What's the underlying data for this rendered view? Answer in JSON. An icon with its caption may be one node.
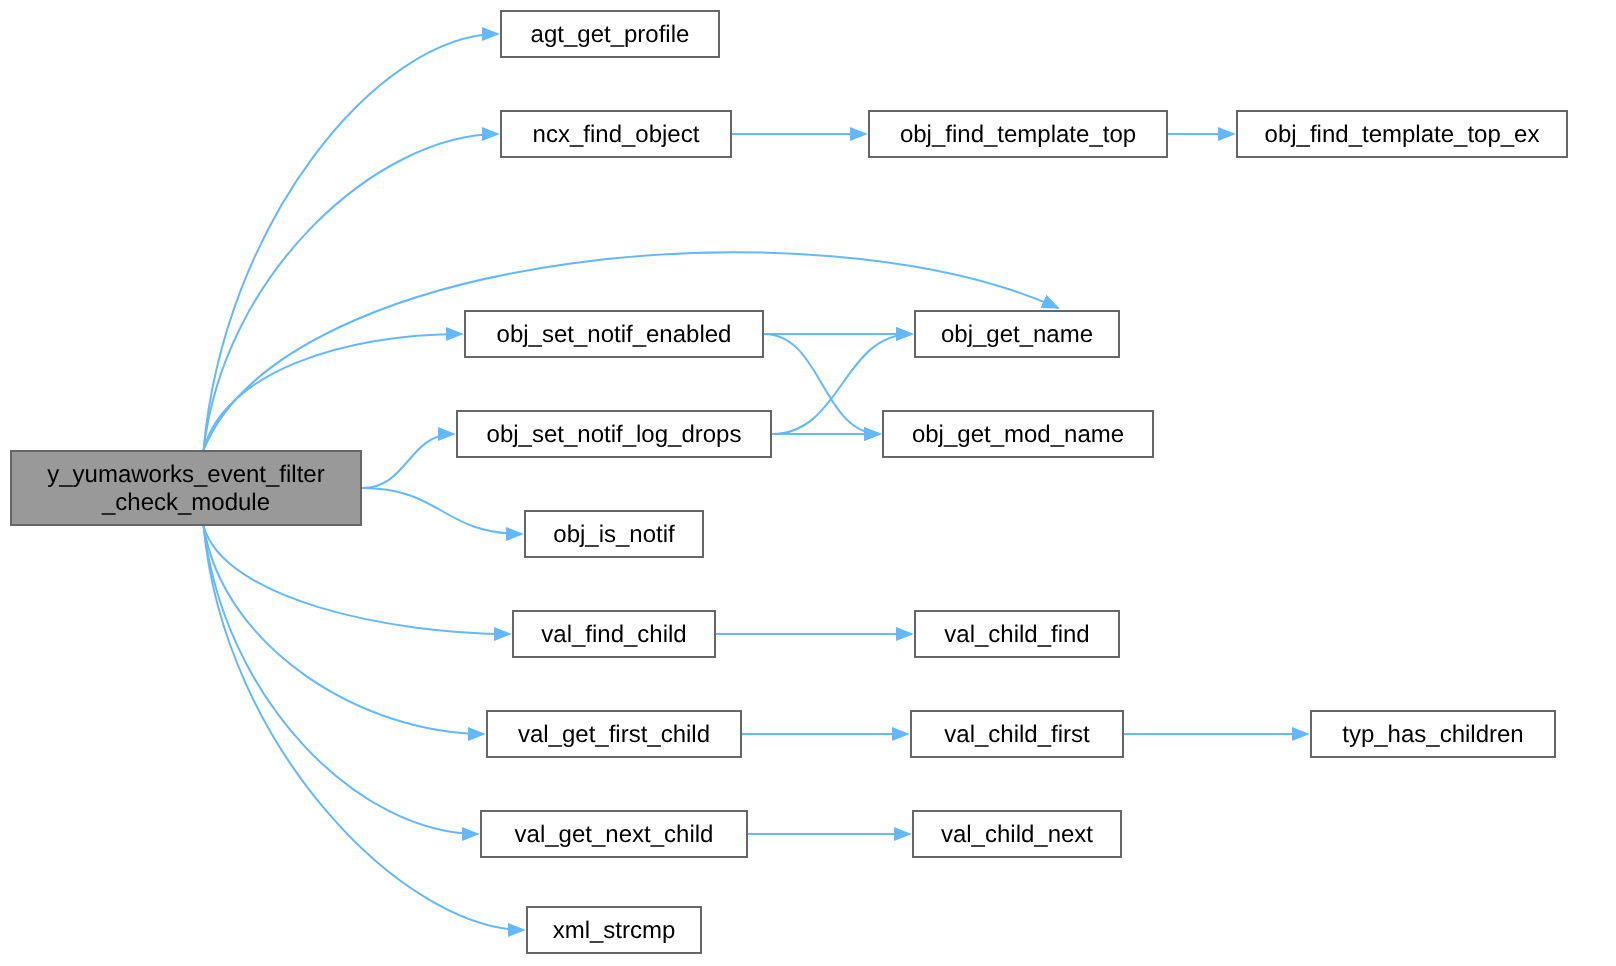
{
  "diagram": {
    "nodes": [
      {
        "text": [
          "y_yumaworks_event_filter _check_module"
        ]
      },
      {
        "text": [
          "agt_get_profile"
        ]
      },
      {
        "text": [
          "ncx_find_object"
        ]
      },
      {
        "text": [
          "obj_find_template_top"
        ]
      },
      {
        "text": [
          "obj_find_template_top_ex"
        ]
      },
      {
        "text": [
          "obj_set_notif_enabled"
        ]
      },
      {
        "text": [
          "obj_get_name"
        ]
      },
      {
        "text": [
          "obj_set_notif_log_drops"
        ]
      },
      {
        "text": [
          "obj_get_mod_name"
        ]
      },
      {
        "text": [
          "obj_is_notif"
        ]
      },
      {
        "text": [
          "val_find_child"
        ]
      },
      {
        "text": [
          "val_child_find"
        ]
      },
      {
        "text": [
          "val_get_first_child"
        ]
      },
      {
        "text": [
          "val_child_first"
        ]
      },
      {
        "text": [
          "typ_has_children"
        ]
      },
      {
        "text": [
          "val_get_next_child"
        ]
      },
      {
        "text": [
          "val_child_next"
        ]
      },
      {
        "text": [
          "xml_strcmp"
        ]
      }
    ],
    "edges": [
      {
        "from": 0,
        "to": 1,
        "arrow": "to"
      },
      {
        "from": 0,
        "to": 2,
        "arrow": "to"
      },
      {
        "from": 2,
        "to": 3,
        "arrow": "to"
      },
      {
        "from": 3,
        "to": 4,
        "arrow": "to"
      },
      {
        "from": 0,
        "to": 6,
        "arrow": "to"
      },
      {
        "from": 0,
        "to": 5,
        "arrow": "to"
      },
      {
        "from": 5,
        "to": 6,
        "arrow": "to"
      },
      {
        "from": 5,
        "to": 8,
        "arrow": "to"
      },
      {
        "from": 0,
        "to": 7,
        "arrow": "to"
      },
      {
        "from": 7,
        "to": 6,
        "arrow": "to"
      },
      {
        "from": 7,
        "to": 8,
        "arrow": "to"
      },
      {
        "from": 0,
        "to": 9,
        "arrow": "to"
      },
      {
        "from": 0,
        "to": 10,
        "arrow": "to"
      },
      {
        "from": 10,
        "to": 11,
        "arrow": "to"
      },
      {
        "from": 0,
        "to": 12,
        "arrow": "to"
      },
      {
        "from": 12,
        "to": 13,
        "arrow": "to"
      },
      {
        "from": 13,
        "to": 14,
        "arrow": "to"
      },
      {
        "from": 0,
        "to": 15,
        "arrow": "to"
      },
      {
        "from": 15,
        "to": 16,
        "arrow": "to"
      },
      {
        "from": 0,
        "to": 17,
        "arrow": "to"
      }
    ]
  }
}
